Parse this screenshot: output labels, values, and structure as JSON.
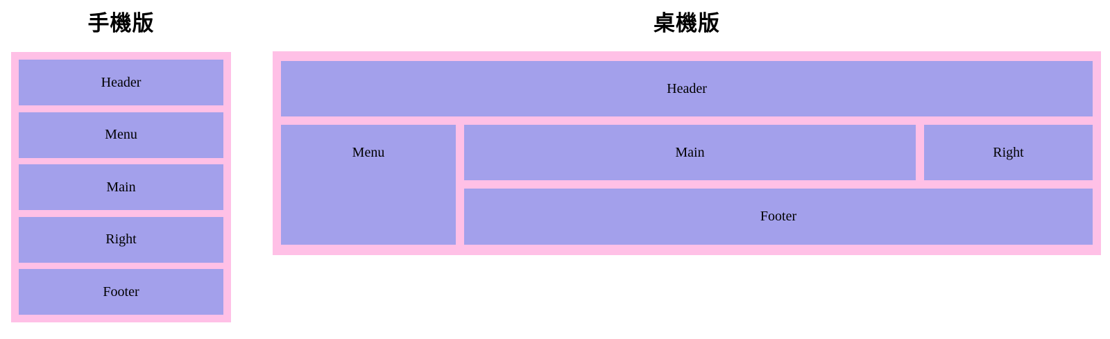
{
  "colors": {
    "container_pink": "#ffc0e6",
    "box_purple": "#a3a0eb",
    "text": "#000000",
    "background": "#ffffff"
  },
  "mobile": {
    "title": "手機版",
    "boxes": [
      {
        "id": "header",
        "label": "Header"
      },
      {
        "id": "menu",
        "label": "Menu"
      },
      {
        "id": "main",
        "label": "Main"
      },
      {
        "id": "right",
        "label": "Right"
      },
      {
        "id": "footer",
        "label": "Footer"
      }
    ]
  },
  "desktop": {
    "title": "桌機版",
    "boxes": [
      {
        "id": "header",
        "label": "Header"
      },
      {
        "id": "menu",
        "label": "Menu"
      },
      {
        "id": "main",
        "label": "Main"
      },
      {
        "id": "right",
        "label": "Right"
      },
      {
        "id": "footer",
        "label": "Footer"
      }
    ]
  }
}
